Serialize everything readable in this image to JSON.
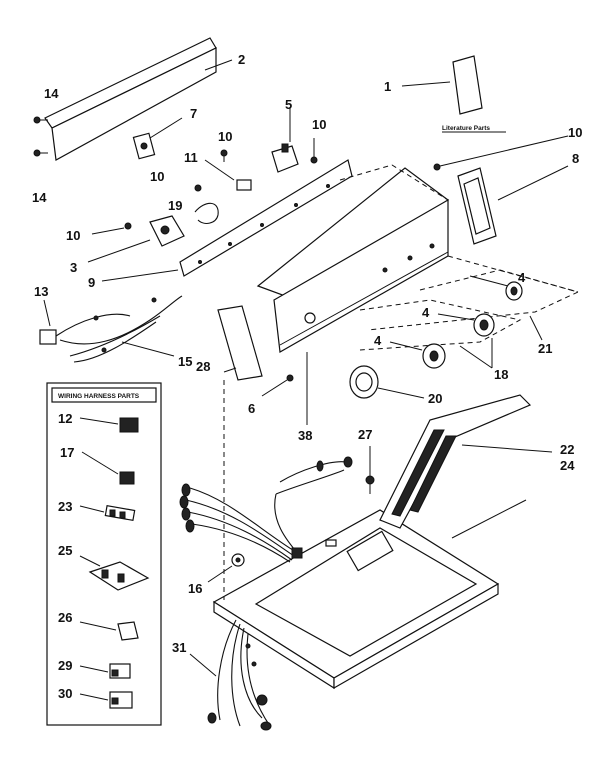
{
  "callouts": [
    {
      "id": "c1",
      "label": "1"
    },
    {
      "id": "c2",
      "label": "2"
    },
    {
      "id": "c3",
      "label": "3"
    },
    {
      "id": "c4a",
      "label": "4"
    },
    {
      "id": "c4b",
      "label": "4"
    },
    {
      "id": "c4c",
      "label": "4"
    },
    {
      "id": "c5",
      "label": "5"
    },
    {
      "id": "c6",
      "label": "6"
    },
    {
      "id": "c7",
      "label": "7"
    },
    {
      "id": "c8",
      "label": "8"
    },
    {
      "id": "c9",
      "label": "9"
    },
    {
      "id": "c10a",
      "label": "10"
    },
    {
      "id": "c10b",
      "label": "10"
    },
    {
      "id": "c10c",
      "label": "10"
    },
    {
      "id": "c10d",
      "label": "10"
    },
    {
      "id": "c10e",
      "label": "10"
    },
    {
      "id": "c11",
      "label": "11"
    },
    {
      "id": "c12",
      "label": "12"
    },
    {
      "id": "c13",
      "label": "13"
    },
    {
      "id": "c14a",
      "label": "14"
    },
    {
      "id": "c14b",
      "label": "14"
    },
    {
      "id": "c15",
      "label": "15"
    },
    {
      "id": "c16",
      "label": "16"
    },
    {
      "id": "c17",
      "label": "17"
    },
    {
      "id": "c18",
      "label": "18"
    },
    {
      "id": "c19",
      "label": "19"
    },
    {
      "id": "c20",
      "label": "20"
    },
    {
      "id": "c21",
      "label": "21"
    },
    {
      "id": "c22",
      "label": "22"
    },
    {
      "id": "c23",
      "label": "23"
    },
    {
      "id": "c24",
      "label": "24"
    },
    {
      "id": "c25",
      "label": "25"
    },
    {
      "id": "c26",
      "label": "26"
    },
    {
      "id": "c27",
      "label": "27"
    },
    {
      "id": "c28",
      "label": "28"
    },
    {
      "id": "c29",
      "label": "29"
    },
    {
      "id": "c30",
      "label": "30"
    },
    {
      "id": "c31",
      "label": "31"
    },
    {
      "id": "c38",
      "label": "38"
    }
  ],
  "literature_label": "Literature Parts",
  "wiring_box_title": "WIRING HARNESS PARTS"
}
